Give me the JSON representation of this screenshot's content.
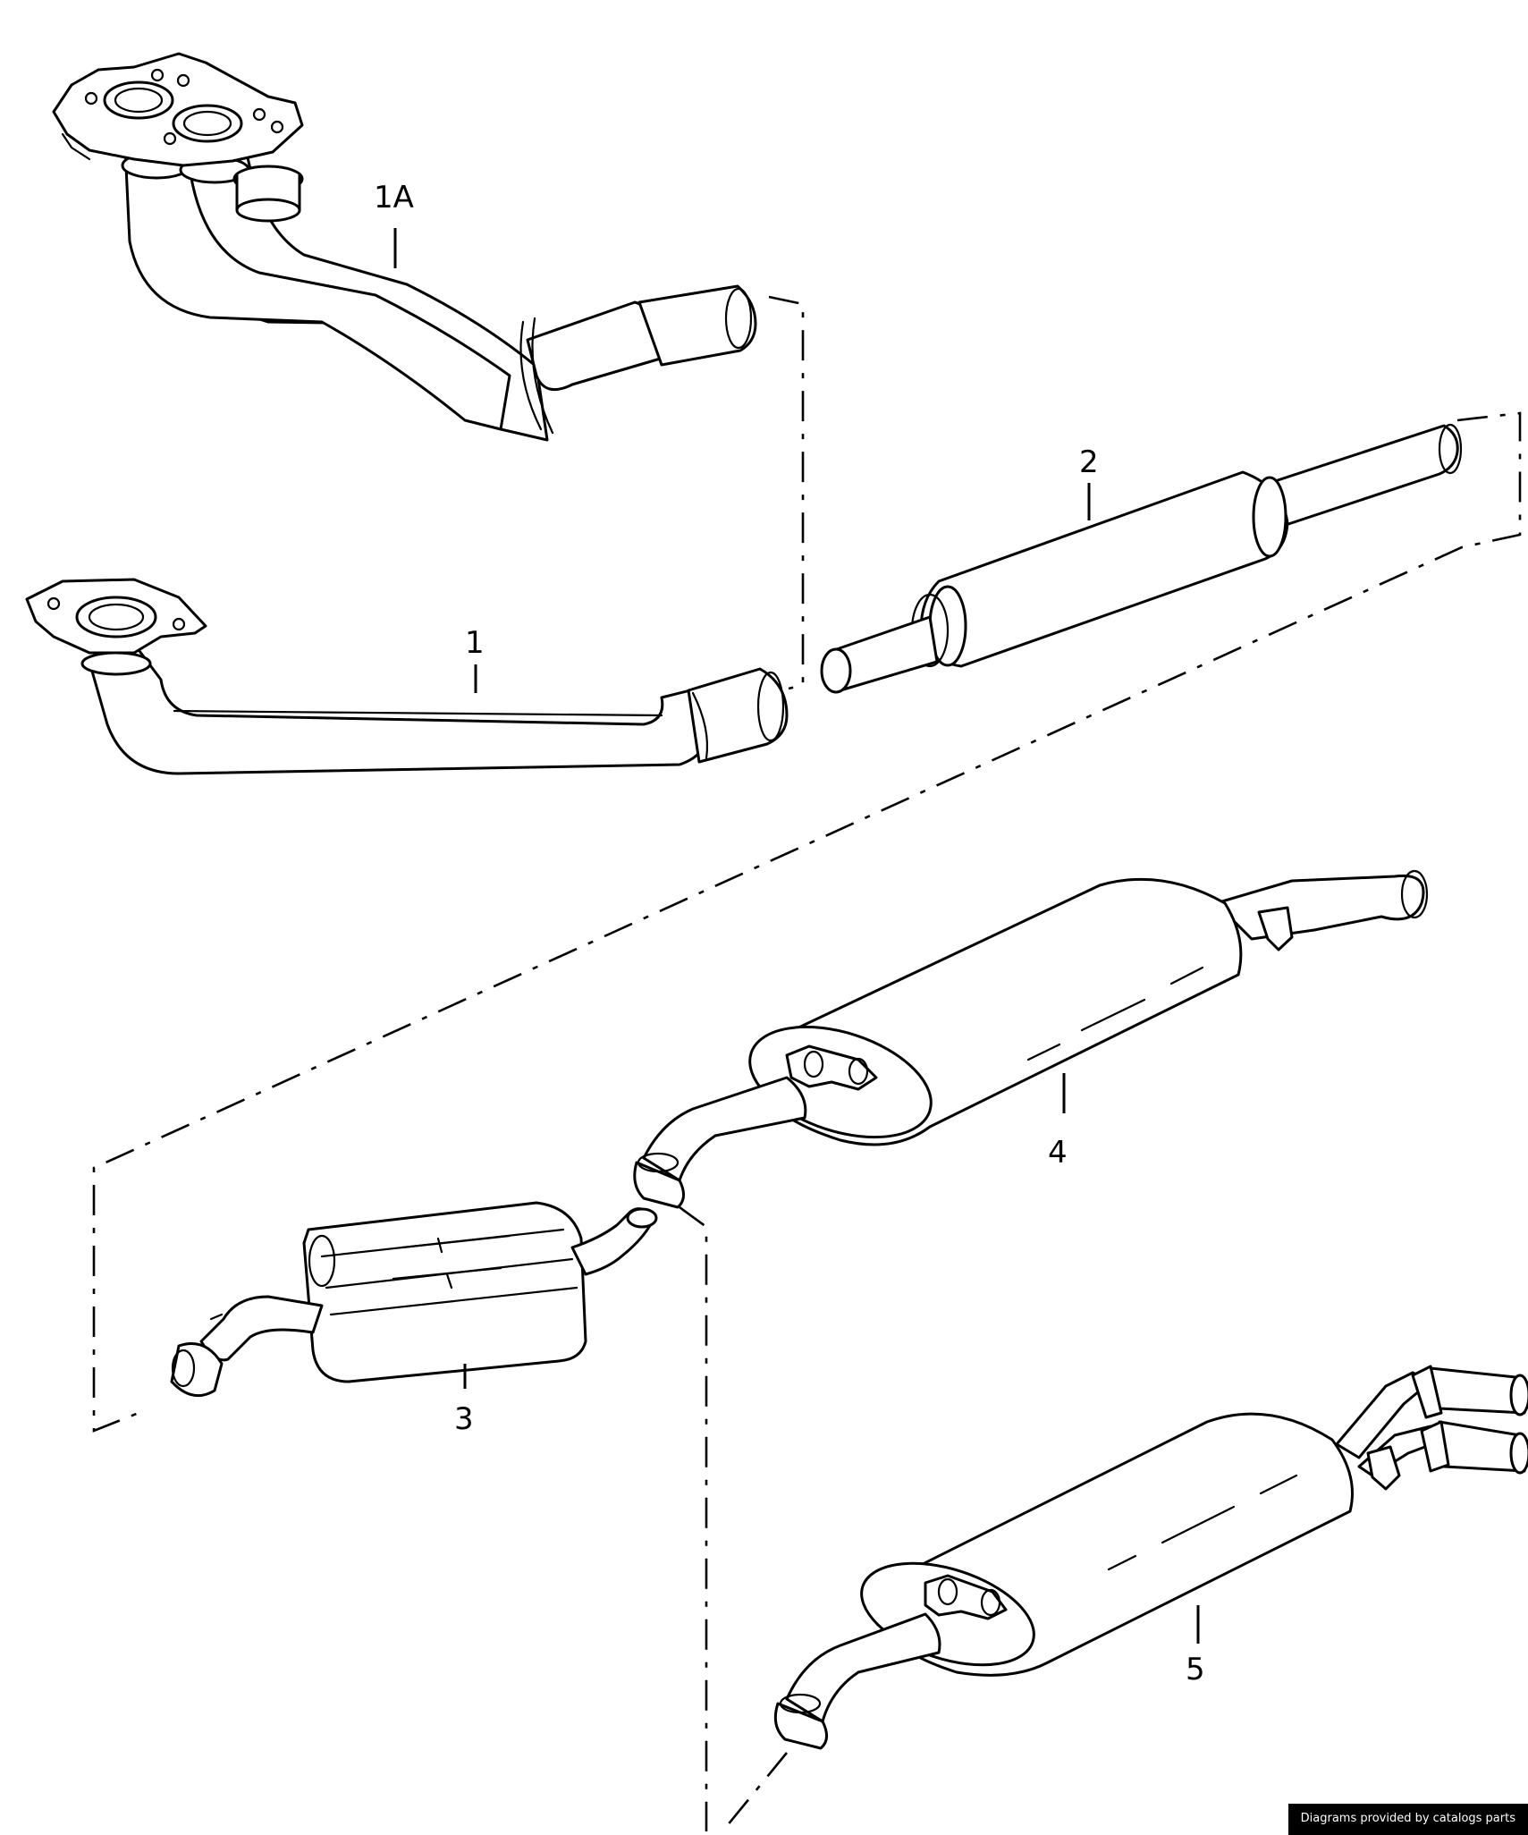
{
  "diagram": {
    "type": "exploded parts diagram",
    "parts": [
      {
        "callout": "1A",
        "component": "exhaust-manifold-downpipe-dual"
      },
      {
        "callout": "2",
        "component": "center-pipe-with-resonator"
      },
      {
        "callout": "1",
        "component": "exhaust-front-pipe-single"
      },
      {
        "callout": "4",
        "component": "rear-muffler-single-outlet"
      },
      {
        "callout": "3",
        "component": "middle-muffler"
      },
      {
        "callout": "5",
        "component": "rear-muffler-dual-outlet"
      }
    ]
  },
  "footer": {
    "credit": "Diagrams provided by catalogs parts"
  }
}
